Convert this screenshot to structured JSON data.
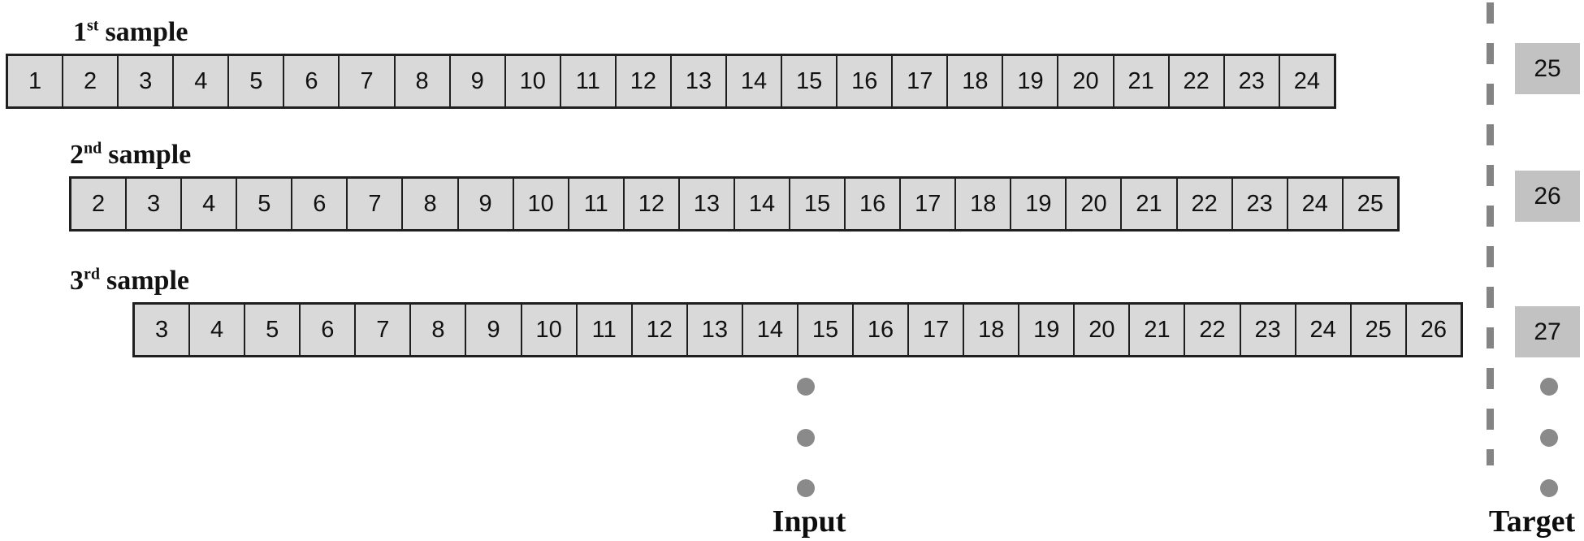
{
  "diagram": {
    "samples": [
      {
        "ordinal_number": "1",
        "ordinal_suffix": "st",
        "label_word": "sample",
        "cells": [
          1,
          2,
          3,
          4,
          5,
          6,
          7,
          8,
          9,
          10,
          11,
          12,
          13,
          14,
          15,
          16,
          17,
          18,
          19,
          20,
          21,
          22,
          23,
          24
        ],
        "target": "25"
      },
      {
        "ordinal_number": "2",
        "ordinal_suffix": "nd",
        "label_word": "sample",
        "cells": [
          2,
          3,
          4,
          5,
          6,
          7,
          8,
          9,
          10,
          11,
          12,
          13,
          14,
          15,
          16,
          17,
          18,
          19,
          20,
          21,
          22,
          23,
          24,
          25
        ],
        "target": "26"
      },
      {
        "ordinal_number": "3",
        "ordinal_suffix": "rd",
        "label_word": "sample",
        "cells": [
          3,
          4,
          5,
          6,
          7,
          8,
          9,
          10,
          11,
          12,
          13,
          14,
          15,
          16,
          17,
          18,
          19,
          20,
          21,
          22,
          23,
          24,
          25,
          26
        ],
        "target": "27"
      }
    ],
    "ellipsis_dot_count": 3,
    "input_caption": "Input",
    "target_caption": "Target",
    "colors": {
      "cell_fill": "#d9d9d9",
      "cell_border": "#1f1f1f",
      "target_fill": "#c2c2c2",
      "divider_gray": "#848484",
      "dot_gray": "#8a8a8a",
      "text_black": "#111111"
    }
  }
}
